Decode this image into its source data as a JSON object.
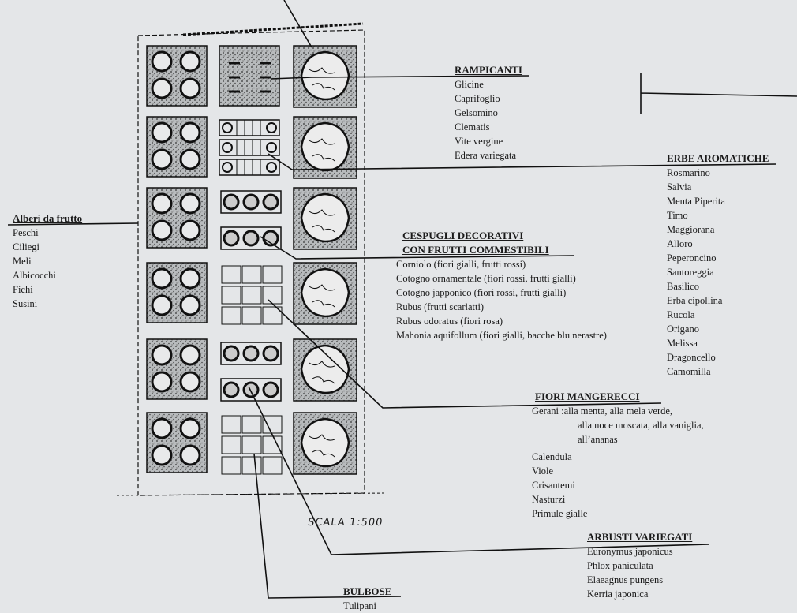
{
  "groups": {
    "rampicanti": {
      "title": "RAMPICANTI",
      "items": [
        "Glicine",
        "Caprifoglio",
        "Gelsomino",
        "Clematis",
        "Vite vergine",
        "Edera variegata"
      ]
    },
    "erbe": {
      "title": "ERBE AROMATICHE",
      "items": [
        "Rosmarino",
        "Salvia",
        "Menta Piperita",
        "Timo",
        "Maggiorana",
        "Alloro",
        "Peperoncino",
        "Santoreggia",
        "Basilico",
        "Erba cipollina",
        "Rucola",
        "Origano",
        "Melissa",
        "Dragoncello",
        "Camomilla"
      ]
    },
    "alberi": {
      "title": "Alberi da frutto",
      "items": [
        "Peschi",
        "Ciliegi",
        "Meli",
        "Albicocchi",
        "Fichi",
        "Susini"
      ]
    },
    "cespugli": {
      "title1": "CESPUGLI DECORATIVI",
      "title2": "CON FRUTTI COMMESTIBILI",
      "items": [
        "Corniolo (fiori gialli, frutti rossi)",
        "Cotogno ornamentale (fiori rossi, frutti gialli)",
        "Cotogno japponico (fiori rossi, frutti gialli)",
        "Rubus (frutti scarlatti)",
        "Rubus odoratus (fiori rosa)",
        "Mahonia aquifollum (fiori gialli, bacche blu nerastre)"
      ]
    },
    "fiori": {
      "title": "FIORI MANGERECCI",
      "gerani": [
        "Gerani :alla menta, alla mela verde,",
        "alla noce moscata, alla vaniglia,",
        "all’ananas"
      ],
      "items": [
        "Calendula",
        "Viole",
        "Crisantemi",
        "Nasturzi",
        "Primule gialle"
      ]
    },
    "arbusti": {
      "title": "ARBUSTI VARIEGATI",
      "items": [
        "Euronymus japonicus",
        "Phlox paniculata",
        "Elaeagnus pungens",
        "Kerria japonica"
      ]
    },
    "bulbose": {
      "title": "BULBOSE",
      "items": [
        "Tulipani"
      ]
    }
  },
  "scale": "SCALA 1:500"
}
